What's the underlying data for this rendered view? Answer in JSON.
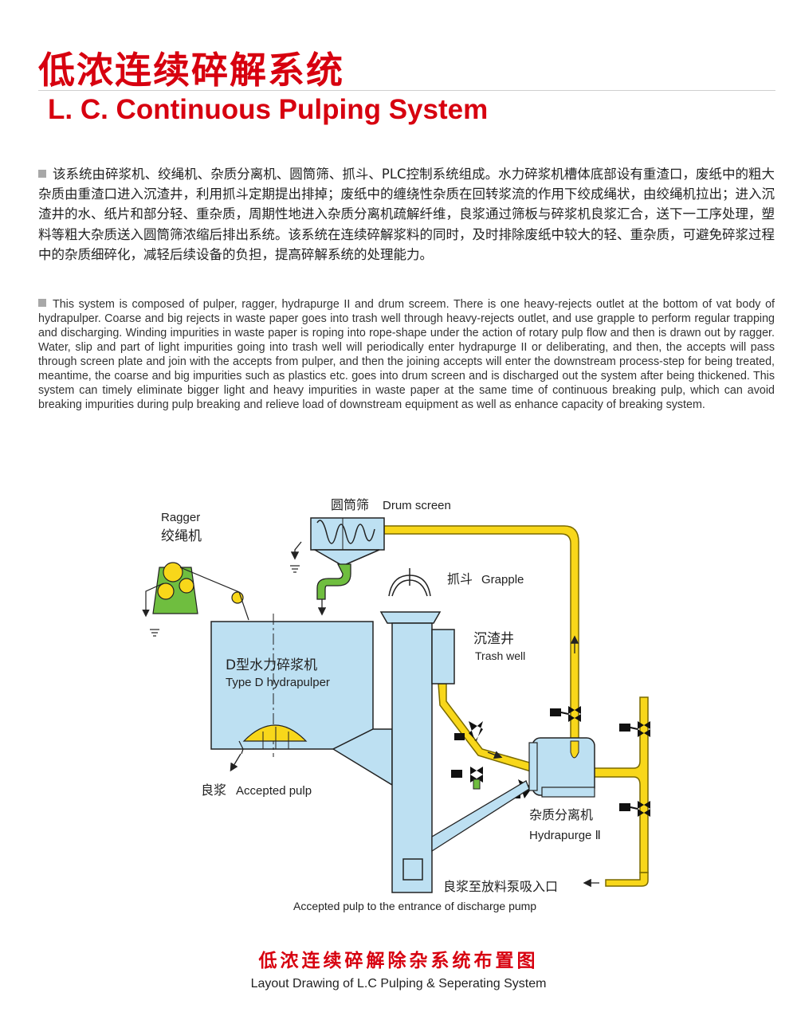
{
  "header": {
    "title_cn": "低浓连续碎解系统",
    "title_en": "L. C. Continuous Pulping System"
  },
  "description": {
    "cn": "该系统由碎浆机、绞绳机、杂质分离机、圆筒筛、抓斗、PLC控制系统组成。水力碎浆机槽体底部设有重渣口，废纸中的粗大杂质由重渣口进入沉渣井，利用抓斗定期提出排掉；废纸中的缠绕性杂质在回转浆流的作用下绞成绳状，由绞绳机拉出；进入沉渣井的水、纸片和部分轻、重杂质，周期性地进入杂质分离机疏解纤维，良浆通过筛板与碎浆机良浆汇合，送下一工序处理，塑料等粗大杂质送入圆筒筛浓缩后排出系统。该系统在连续碎解浆料的同时，及时排除废纸中较大的轻、重杂质，可避免碎浆过程中的杂质细碎化，减轻后续设备的负担，提高碎解系统的处理能力。",
    "en": "This system is composed of pulper, ragger, hydrapurge II and drum screem. There is one heavy-rejects outlet at the bottom of vat body of hydrapulper. Coarse and big rejects in waste paper goes into trash well through heavy-rejects outlet, and use grapple to perform regular trapping and discharging. Winding impurities in waste paper is roping into rope-shape under the action of rotary pulp flow and then is drawn out by ragger. Water, slip and part of light impurities going into trash well will periodically enter hydrapurge II or deliberating, and then, the accepts will pass through screen plate and join with the accepts from pulper, and then the joining accepts will enter the downstream process-step for being treated, meantime, the coarse and big impurities such as plastics etc. goes into drum screen and is discharged out the system after being thickened. This system can timely eliminate bigger light and heavy impurities in waste paper at the same time of continuous breaking pulp, which can avoid breaking impurities during pulp breaking and relieve load of downstream equipment as well as enhance capacity of breaking system."
  },
  "diagram": {
    "labels": {
      "ragger_en": "Ragger",
      "ragger_cn": "绞绳机",
      "drum_cn": "圆筒筛",
      "drum_en": "Drum screen",
      "grapple_cn": "抓斗",
      "grapple_en": "Grapple",
      "trash_cn": "沉渣井",
      "trash_en": "Trash well",
      "pulper_cn": "D型水力碎浆机",
      "pulper_en": "Type D hydrapulper",
      "accepted_cn": "良浆",
      "accepted_en": "Accepted pulp",
      "hydrapurge_cn": "杂质分离机",
      "hydrapurge_en": "Hydrapurge Ⅱ",
      "discharge_cn": "良浆至放料泵吸入口",
      "discharge_en": "Accepted pulp to the entrance of discharge pump"
    },
    "colors": {
      "equipment": "#bde0f2",
      "pipe": "#f8d71a",
      "pipe_outline": "#7a6a00",
      "ragger": "#6fbe3f",
      "outline": "#222222",
      "accent_red": "#d7000f"
    }
  },
  "caption": {
    "cn": "低浓连续碎解除杂系统布置图",
    "en": "Layout Drawing of L.C Pulping & Seperating System"
  }
}
